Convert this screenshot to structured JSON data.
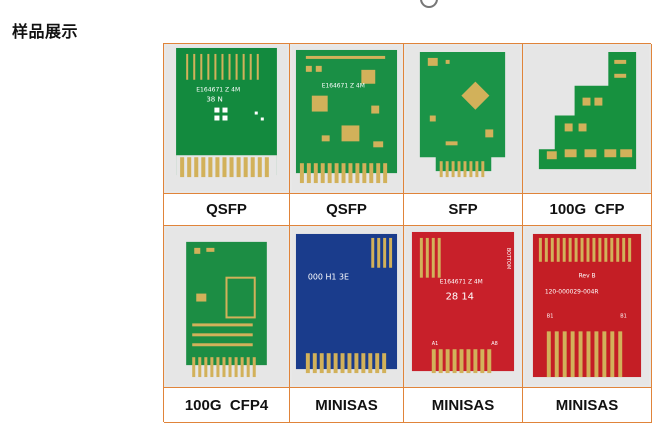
{
  "page": {
    "title": "样品展示"
  },
  "samples": [
    {
      "label": "QSFP",
      "board_color": "#138a3e",
      "finger_color": "#d2b15a",
      "chip_marking": "E164671 Z 4M",
      "serial_text": "38 N"
    },
    {
      "label": "QSFP",
      "board_color": "#1a8f45",
      "finger_color": "#d2b15a",
      "chip_marking": "E164671 Z 4M"
    },
    {
      "label": "SFP",
      "board_color": "#1b9448",
      "finger_color": "#d2b15a"
    },
    {
      "label": "100G  CFP",
      "board_color": "#17913f",
      "finger_color": "#d2b15a"
    },
    {
      "label": "100G  CFP4",
      "board_color": "#1c8d44",
      "finger_color": "#d2b15a"
    },
    {
      "label": "MINISAS",
      "board_color": "#1a3c8c",
      "finger_color": "#d2b15a",
      "chip_marking": "000 H1 3E"
    },
    {
      "label": "MINISAS",
      "board_color": "#c8202a",
      "finger_color": "#d2b15a",
      "chip_marking": "E164671 Z 4M",
      "serial_text": "28 14",
      "side_text": "BOTTOM",
      "pad_labels": [
        "A1",
        "A8"
      ]
    },
    {
      "label": "MINISAS",
      "board_color": "#c41e25",
      "finger_color": "#d2b15a",
      "chip_marking": "120-000029-004R",
      "side_text": "Rev B",
      "pad_labels": [
        "B1",
        "B1"
      ]
    }
  ],
  "colors": {
    "grid_border": "#e0843a",
    "cell_bg": "#e8e8e8"
  }
}
